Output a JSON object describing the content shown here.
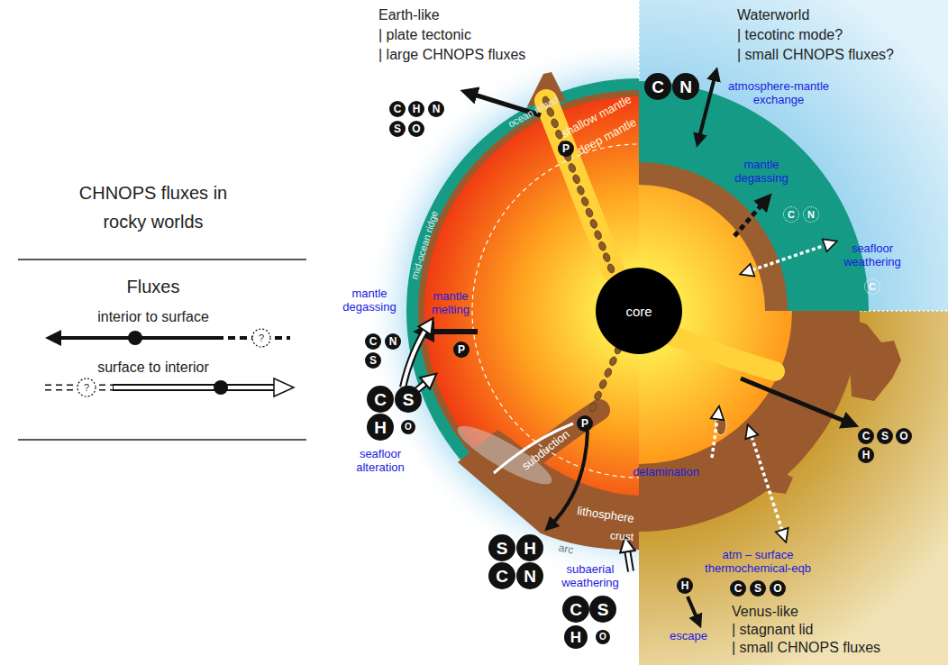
{
  "diagram": {
    "title": "CHNOPS fluxes in rocky worlds",
    "nodes": [
      {
        "text": [
          "core"
        ]
      },
      {
        "text": [
          "C"
        ]
      },
      {
        "text": [
          "H"
        ]
      },
      {
        "text": [
          "N"
        ]
      },
      {
        "text": [
          "S"
        ]
      },
      {
        "text": [
          "O"
        ]
      },
      {
        "text": [
          "P"
        ]
      },
      {
        "text": [
          "C"
        ]
      },
      {
        "text": [
          "N"
        ]
      },
      {
        "text": [
          "S"
        ]
      },
      {
        "text": [
          "P"
        ]
      },
      {
        "text": [
          "C"
        ]
      },
      {
        "text": [
          "S"
        ]
      },
      {
        "text": [
          "H"
        ]
      },
      {
        "text": [
          "O"
        ]
      },
      {
        "text": [
          "P"
        ]
      },
      {
        "text": [
          "S"
        ]
      },
      {
        "text": [
          "H"
        ]
      },
      {
        "text": [
          "C"
        ]
      },
      {
        "text": [
          "N"
        ]
      },
      {
        "text": [
          "C"
        ]
      },
      {
        "text": [
          "S"
        ]
      },
      {
        "text": [
          "H"
        ]
      },
      {
        "text": [
          "O"
        ]
      },
      {
        "text": [
          "C"
        ]
      },
      {
        "text": [
          "N"
        ]
      },
      {
        "text": [
          "C"
        ]
      },
      {
        "text": [
          "N"
        ]
      },
      {
        "text": [
          "C"
        ]
      },
      {
        "text": [
          "C"
        ]
      },
      {
        "text": [
          "S"
        ]
      },
      {
        "text": [
          "O"
        ]
      },
      {
        "text": [
          "H"
        ]
      },
      {
        "text": [
          "C"
        ]
      },
      {
        "text": [
          "S"
        ]
      },
      {
        "text": [
          "O"
        ]
      },
      {
        "text": [
          "H"
        ]
      }
    ],
    "labels": [
      "Earth-like",
      "| plate tectonic",
      "| large CHNOPS fluxes",
      "Waterworld",
      "| tecotinc mode?",
      "| small CHNOPS fluxes?",
      "Venus-like",
      "| stagnant lid",
      "| small CHNOPS fluxes",
      "Fluxes",
      "?",
      "?",
      "ocean island",
      "shallow mantle",
      "deep mantle",
      "mid-ocean ridge",
      "mantle degassing",
      "mantle melting",
      "seafloor alteration",
      "subduction",
      "lithosphere",
      "crust",
      "arc",
      "subaerial weathering",
      "atmosphere-mantle exchange",
      "mantle degassing",
      "seafloor weathering",
      "delamination",
      "atm – surface thermochemical-eqb",
      "escape"
    ],
    "legend": [
      {
        "text": "interior to surface"
      },
      {
        "text": "surface to interior"
      }
    ]
  }
}
